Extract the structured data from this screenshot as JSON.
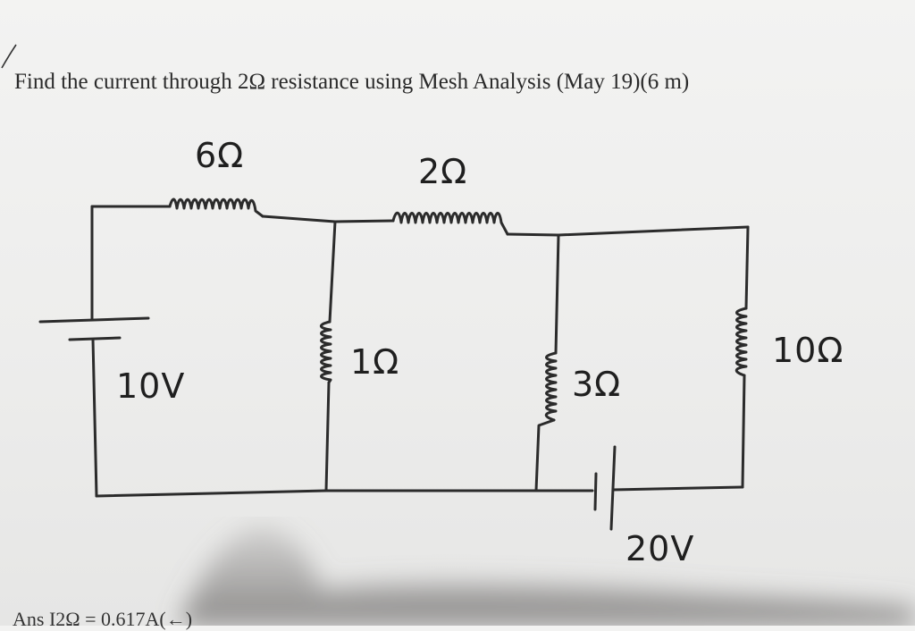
{
  "question": {
    "text": "Find the current through 2Ω resistance using Mesh Analysis (May 19)(6 m)"
  },
  "labels": {
    "r6": "6Ω",
    "r2": "2Ω",
    "r1": "1Ω",
    "r3": "3Ω",
    "r10": "10Ω",
    "v10": "10V",
    "v20": "20V"
  },
  "answer": {
    "text": "Ans  I2Ω = 0.617A(←)"
  },
  "colors": {
    "ink": "#2b2b2b",
    "paper": "#efefee"
  }
}
